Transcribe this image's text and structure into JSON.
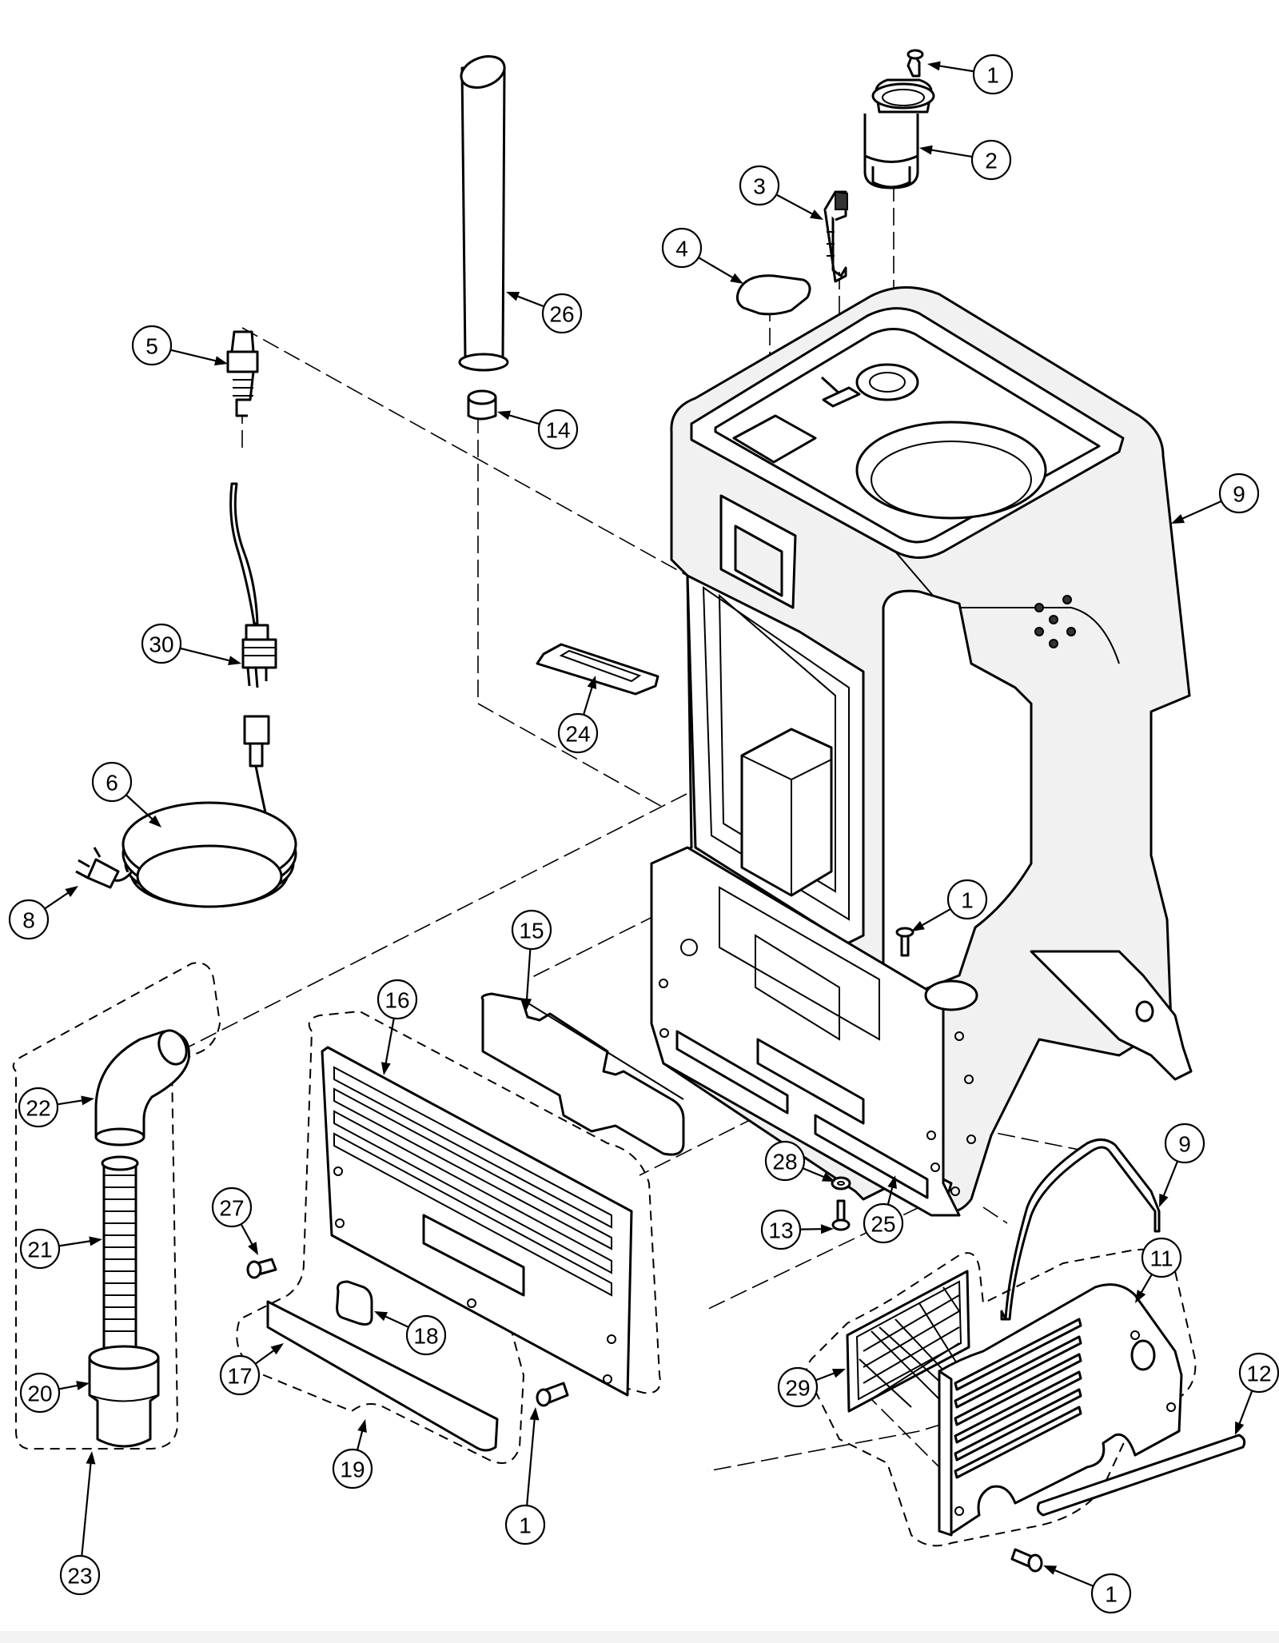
{
  "diagram": {
    "callouts": [
      {
        "id": "c1a",
        "label": "1"
      },
      {
        "id": "c2",
        "label": "2"
      },
      {
        "id": "c3",
        "label": "3"
      },
      {
        "id": "c4",
        "label": "4"
      },
      {
        "id": "c26",
        "label": "26"
      },
      {
        "id": "c5",
        "label": "5"
      },
      {
        "id": "c14",
        "label": "14"
      },
      {
        "id": "c9a",
        "label": "9"
      },
      {
        "id": "c30",
        "label": "30"
      },
      {
        "id": "c24",
        "label": "24"
      },
      {
        "id": "c6",
        "label": "6"
      },
      {
        "id": "c8",
        "label": "8"
      },
      {
        "id": "c1b",
        "label": "1"
      },
      {
        "id": "c15",
        "label": "15"
      },
      {
        "id": "c16",
        "label": "16"
      },
      {
        "id": "c22",
        "label": "22"
      },
      {
        "id": "c9b",
        "label": "9"
      },
      {
        "id": "c28",
        "label": "28"
      },
      {
        "id": "c27",
        "label": "27"
      },
      {
        "id": "c11",
        "label": "11"
      },
      {
        "id": "c13",
        "label": "13"
      },
      {
        "id": "c25",
        "label": "25"
      },
      {
        "id": "c21",
        "label": "21"
      },
      {
        "id": "c18",
        "label": "18"
      },
      {
        "id": "c12",
        "label": "12"
      },
      {
        "id": "c17",
        "label": "17"
      },
      {
        "id": "c29",
        "label": "29"
      },
      {
        "id": "c20",
        "label": "20"
      },
      {
        "id": "c19",
        "label": "19"
      },
      {
        "id": "c1c",
        "label": "1"
      },
      {
        "id": "c23",
        "label": "23"
      },
      {
        "id": "c1d",
        "label": "1"
      }
    ]
  }
}
